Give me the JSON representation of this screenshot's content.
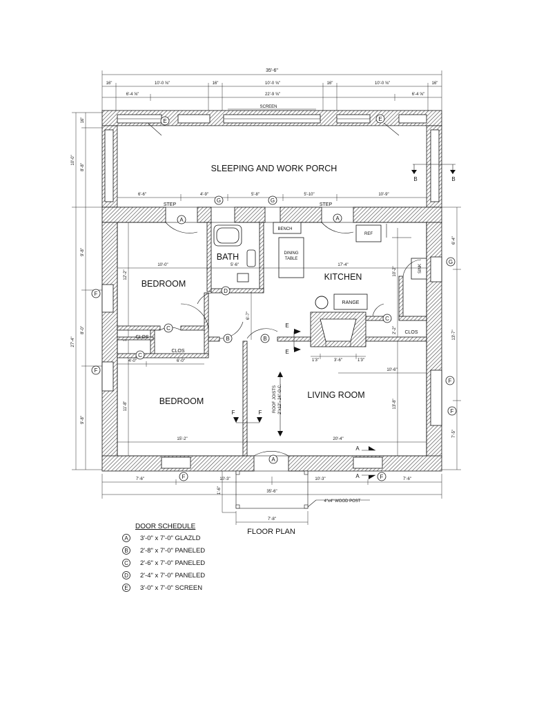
{
  "title": "FLOOR PLAN",
  "rooms": {
    "porch": "SLEEPING AND WORK PORCH",
    "bedroom_upper": "BEDROOM",
    "bedroom_lower": "BEDROOM",
    "bath": "BATH",
    "kitchen": "KITCHEN",
    "living_room": "LIVING ROOM",
    "bench": "BENCH",
    "dining_table_1": "DINING",
    "dining_table_2": "TABLE",
    "ref": "REF",
    "range": "RANGE",
    "sink": "SINK",
    "clos_1": "CLOS",
    "clos_2": "CLOS",
    "clos_3": "CLOS",
    "screen": "SCREEN",
    "step_left": "STEP",
    "step_right": "STEP",
    "roof_joists": "ROOF JOISTS",
    "roof_joists_spec": "2\"x12\"- 24\" O.C.",
    "wood_post": "4\"x4\" WOOD POST"
  },
  "dimensions": {
    "overall_top": "35'-6\"",
    "top_row": [
      "16\"",
      "10'-0 ⅝\"",
      "16\"",
      "10'-0 ⅝\"",
      "16\"",
      "10'-0 ⅝\"",
      "16\""
    ],
    "second_row": [
      "6'-4 ⅝\"",
      "22'-9 ⅝\"",
      "6'-4 ⅝\""
    ],
    "porch_front": [
      "6'-6\"",
      "4'-9\"",
      "5'-8\"",
      "5'-10\"",
      "10'-9\""
    ],
    "bedroom_width": "10'-0\"",
    "kitchen_width": "17'-4\"",
    "bath_width": "5'-6\"",
    "closet_widths": [
      "4'-0\"",
      "6'-0\""
    ],
    "range_widths": [
      "1'3\"",
      "3'-6\"",
      "1'3\""
    ],
    "living_inner": "10'-6\"",
    "bedroom_lower_width": "15'-2\"",
    "living_width": "20'-4\"",
    "bottom_row": [
      "7'-6\"",
      "10'-3\"",
      "10'-3\"",
      "7'-6\""
    ],
    "overall_bottom": "35'-6\"",
    "post_offset": "1'-6\"",
    "porch_stoop": "7'-8\"",
    "left_overall": "27'-4\"",
    "left_porch_outer": "10'-0\"",
    "left_porch_inner": "8'-8\"",
    "left_segments": [
      "9'-8\"",
      "8'-0\"",
      "9'-8\""
    ],
    "left_inner": [
      "12'-2\"",
      "3'",
      "11'-8\""
    ],
    "right_segments": [
      "6'-4\"",
      "13'-7\"",
      "7'-5\""
    ],
    "right_inner": [
      "10'-2\"",
      "2'-2\"",
      "13'-8\""
    ],
    "hall": "6'-7\"",
    "porch_side": "16\""
  },
  "door_tags": {
    "A": "A",
    "B": "B",
    "C": "C",
    "D": "D",
    "E": "E",
    "F": "F",
    "G": "G"
  },
  "section_marks": {
    "a": "A",
    "b": "B",
    "e": "E",
    "f": "F"
  },
  "door_schedule": {
    "heading": "DOOR SCHEDULE",
    "items": [
      {
        "tag": "A",
        "spec": "3'-0\" x 7'-0\" GLAZLD"
      },
      {
        "tag": "B",
        "spec": "2'-8\" x 7'-0\" PANELED"
      },
      {
        "tag": "C",
        "spec": "2'-6\" x 7'-0\" PANELED"
      },
      {
        "tag": "D",
        "spec": "2'-4\" x 7'-0\" PANELED"
      },
      {
        "tag": "E",
        "spec": "3'-0\" x 7'-0\" SCREEN"
      }
    ]
  }
}
